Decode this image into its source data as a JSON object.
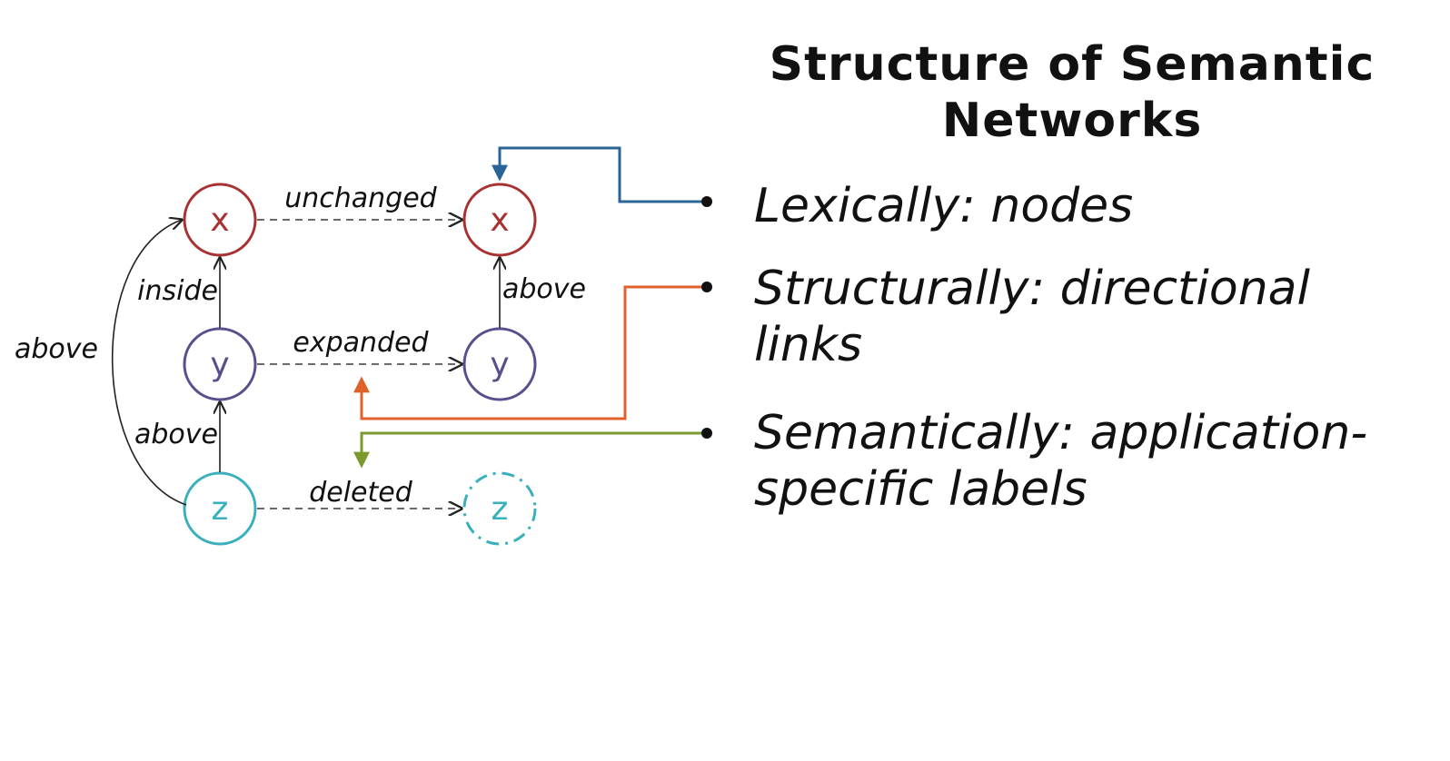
{
  "title": "Structure of Semantic Networks",
  "bullets": [
    "Lexically: nodes",
    "Structurally: directional links",
    "Semantically: application-specific labels"
  ],
  "diagram": {
    "nodes": {
      "x_left": "x",
      "y_left": "y",
      "z_left": "z",
      "x_right": "x",
      "y_right": "y",
      "z_right": "z"
    },
    "edge_labels": {
      "unchanged": "unchanged",
      "expanded": "expanded",
      "deleted": "deleted",
      "inside": "inside",
      "above_yz": "above",
      "above_right": "above",
      "above_curve": "above"
    },
    "colors": {
      "x": "#a83232",
      "y": "#5a4e8c",
      "z": "#3ab0bd",
      "lexical_link": "#2a6496",
      "structural_link": "#e0622a",
      "semantic_link": "#7a9a2e"
    }
  }
}
